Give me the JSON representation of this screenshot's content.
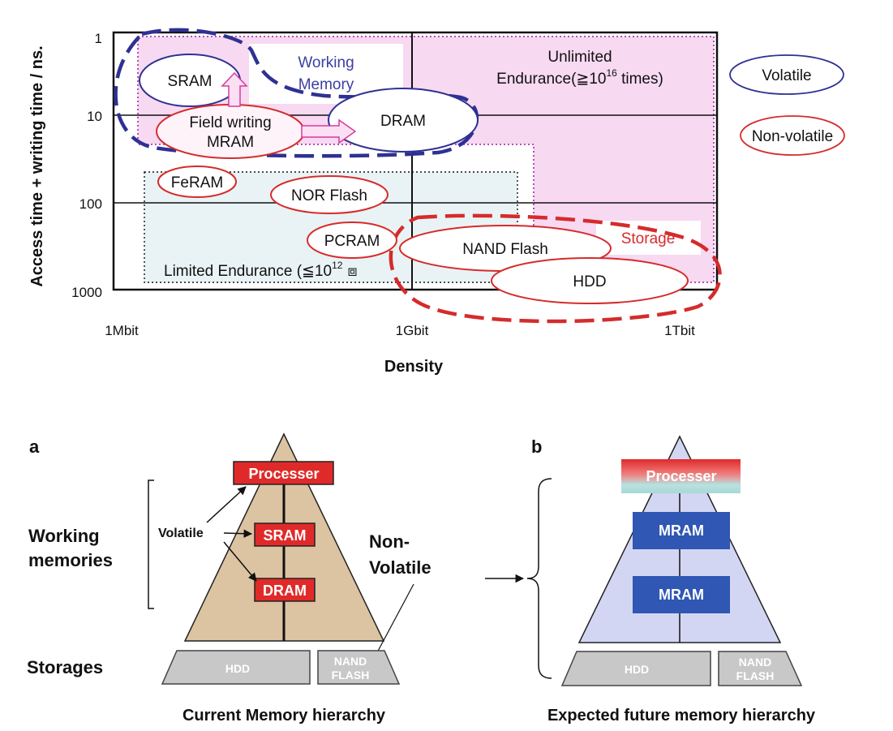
{
  "top_chart": {
    "y_axis_label": "Access time + writing time / ns.",
    "x_axis_label": "Density",
    "y_ticks": [
      "1",
      "10",
      "100",
      "1000"
    ],
    "x_ticks": [
      "1Mbit",
      "1Gbit",
      "1Tbit"
    ],
    "regions": {
      "unlimited_line1": "Unlimited",
      "unlimited_line2_prefix": "Endurance(≧10",
      "unlimited_sup": "16",
      "unlimited_line2_suffix": " times)",
      "limited_prefix": "Limited Endurance (≦10",
      "limited_sup": "12",
      "limited_suffix": "⧈",
      "working_line1": "Working",
      "working_line2": "Memory",
      "storage": "Storage"
    },
    "memories": {
      "sram": "SRAM",
      "dram": "DRAM",
      "mram_line1": "Field writing",
      "mram_line2": "MRAM",
      "feram": "FeRAM",
      "nor": "NOR Flash",
      "pcram": "PCRAM",
      "nand": "NAND Flash",
      "hdd": "HDD"
    },
    "legend": {
      "volatile": "Volatile",
      "nonvolatile": "Non-volatile"
    },
    "colors": {
      "volatile": "#2e3192",
      "nonvolatile": "#d62b2b",
      "unlimited_fill": "#f7d9f2",
      "limited_fill": "#e9f3f5",
      "arrow_fill": "#fbe0f3",
      "arrow_stroke": "#d63ba0"
    }
  },
  "panel_a": {
    "letter": "a",
    "caption": "Current Memory hierarchy",
    "processer": "Processer",
    "sram": "SRAM",
    "dram": "DRAM",
    "volatile_note": "Volatile",
    "nonvolatile_line1": "Non-",
    "nonvolatile_line2": "Volatile",
    "working_line1": "Working",
    "working_line2": "memories",
    "storages": "Storages",
    "hdd": "HDD",
    "nand_line1": "NAND",
    "nand_line2": "FLASH",
    "colors": {
      "pyramid": "#dcc3a2",
      "box": "#e02a2a",
      "storage": "#c8c8c8"
    }
  },
  "panel_b": {
    "letter": "b",
    "caption": "Expected future memory hierarchy",
    "processer": "Processer",
    "mram_top": "MRAM",
    "mram_bottom": "MRAM",
    "hdd": "HDD",
    "nand_line1": "NAND",
    "nand_line2": "FLASH",
    "colors": {
      "pyramid": "#d3d6f3",
      "box": "#2f57b3",
      "storage": "#c8c8c8"
    }
  }
}
